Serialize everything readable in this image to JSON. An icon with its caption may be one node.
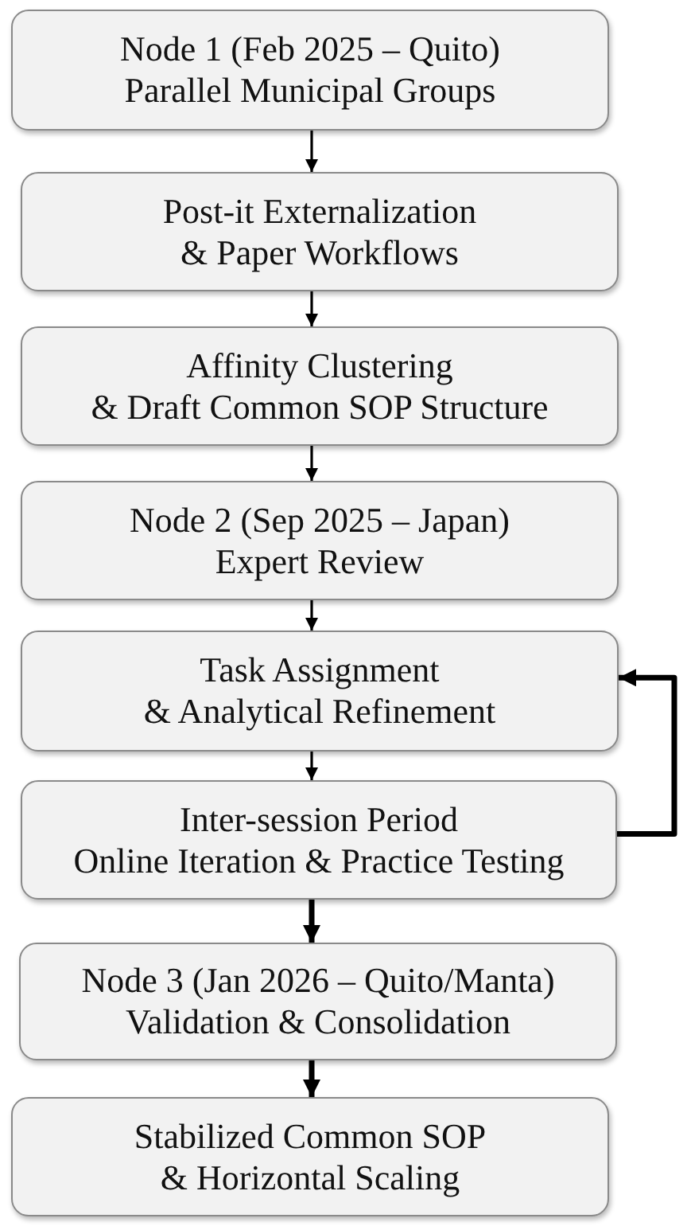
{
  "diagram": {
    "nodes": [
      {
        "text": [
          "Node 1 (Feb 2025 – Quito)",
          "Parallel Municipal Groups"
        ]
      },
      {
        "text": [
          "Post-it Externalization & Paper Workflows"
        ]
      },
      {
        "text": [
          "Affinity Clustering & Draft Common SOP Structure"
        ]
      },
      {
        "text": [
          "Node 2 (Sep 2025 – Japan)",
          "Expert Review"
        ]
      },
      {
        "text": [
          "Task Assignment & Analytical Refinement"
        ]
      },
      {
        "text": [
          "Inter-session Period",
          "Online Iteration & Practice Testing"
        ]
      },
      {
        "text": [
          "Node 3 (Jan 2026 – Quito/Manta)",
          "Validation & Consolidation"
        ]
      },
      {
        "text": [
          "Stabilized Common SOP & Horizontal Scaling"
        ]
      }
    ],
    "edges": [
      {
        "from": 0,
        "to": 1,
        "arrow": "to"
      },
      {
        "from": 1,
        "to": 2,
        "arrow": "to"
      },
      {
        "from": 2,
        "to": 3,
        "arrow": "to"
      },
      {
        "from": 3,
        "to": 4,
        "arrow": "to"
      },
      {
        "from": 4,
        "to": 5,
        "arrow": "to"
      },
      {
        "from": 5,
        "to": 4,
        "arrow": "to",
        "style": "thick"
      },
      {
        "from": 5,
        "to": 6,
        "arrow": "to",
        "style": "thick"
      },
      {
        "from": 6,
        "to": 7,
        "arrow": "to",
        "style": "thick"
      }
    ]
  }
}
